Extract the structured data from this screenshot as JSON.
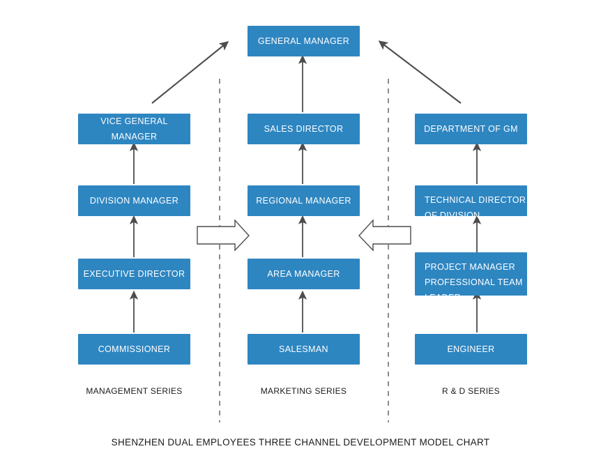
{
  "chart": {
    "title": "SHENZHEN DUAL EMPLOYEES THREE CHANNEL DEVELOPMENT MODEL CHART",
    "accent_color": "#2e86c1",
    "arrow_color": "#4d4d4d",
    "text_color": "#1a1a1a",
    "background_color": "#ffffff"
  },
  "top_node": {
    "label": "GENERAL MANAGER"
  },
  "columns": [
    {
      "id": "management",
      "series_label": "MANAGEMENT SERIES",
      "nodes": [
        {
          "label": "VICE GENERAL MANAGER",
          "align": "center"
        },
        {
          "label": "DIVISION MANAGER",
          "align": "center"
        },
        {
          "label": "EXECUTIVE DIRECTOR",
          "align": "center"
        },
        {
          "label": "COMMISSIONER",
          "align": "center"
        }
      ]
    },
    {
      "id": "marketing",
      "series_label": "MARKETING SERIES",
      "nodes": [
        {
          "label": "SALES DIRECTOR",
          "align": "center"
        },
        {
          "label": "REGIONAL MANAGER",
          "align": "center"
        },
        {
          "label": "AREA MANAGER",
          "align": "center"
        },
        {
          "label": "SALESMAN",
          "align": "center"
        }
      ]
    },
    {
      "id": "rnd",
      "series_label": "R & D SERIES",
      "nodes": [
        {
          "label": "DEPARTMENT OF GM",
          "align": "center"
        },
        {
          "label": "TECHNICAL DIRECTOR\nOF DIVISION",
          "align": "left"
        },
        {
          "label": "PROJECT MANAGER\nPROFESSIONAL TEAM\nLEADER",
          "align": "left"
        },
        {
          "label": "ENGINEER",
          "align": "center"
        }
      ]
    }
  ],
  "connectors": {
    "promotion_arrows": "vertical-up",
    "cross_channel_left": "block-arrow-right",
    "cross_channel_right": "block-arrow-left",
    "to_gm_left": "diagonal-up-right",
    "to_gm_right": "diagonal-up-left"
  }
}
